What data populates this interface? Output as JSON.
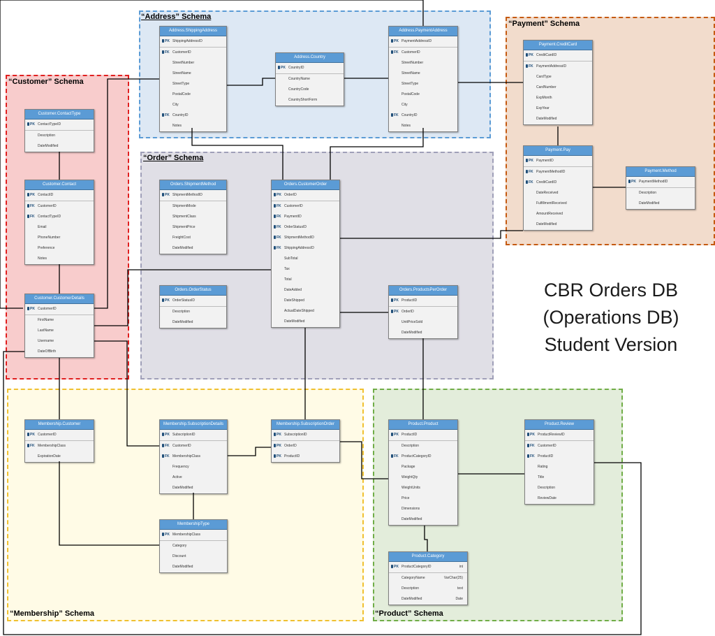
{
  "title_lines": [
    "CBR Orders DB",
    "(Operations DB)",
    "Student Version"
  ],
  "schemas": {
    "address": "“Address” Schema",
    "payment": "“Payment” Schema",
    "customer": "“Customer” Schema",
    "order": "“Order” Schema",
    "membership": "“Membership” Schema",
    "product": "“Product” Schema"
  },
  "colors": {
    "address_bg": "#dde8f4",
    "address_border": "#5b9bd5",
    "payment_bg": "#f2dccc",
    "payment_border": "#c55a11",
    "customer_bg": "#f8cccc",
    "customer_border": "#e02020",
    "order_bg": "#e0dfe6",
    "order_border": "#9f9fb8",
    "membership_bg": "#fffbe6",
    "membership_border": "#f0c030",
    "product_bg": "#e3eddb",
    "product_border": "#70ad47",
    "table_header": "#5b9bd5"
  },
  "tables": {
    "addr_ship": {
      "title": "Address.ShippingAddress",
      "rows": [
        {
          "k": "PK",
          "t": "ShippingAddressID"
        },
        {
          "k": "FK",
          "t": "CustomerID"
        },
        {
          "k": "",
          "t": "StreetNumber"
        },
        {
          "k": "",
          "t": "StreetName"
        },
        {
          "k": "",
          "t": "StreetType"
        },
        {
          "k": "",
          "t": "PostalCode"
        },
        {
          "k": "",
          "t": "City"
        },
        {
          "k": "FK",
          "t": "CountryID"
        },
        {
          "k": "",
          "t": "Notes"
        }
      ]
    },
    "addr_country": {
      "title": "Address.Country",
      "rows": [
        {
          "k": "PK",
          "t": "CountryID"
        },
        {
          "k": "",
          "t": "CountryName"
        },
        {
          "k": "",
          "t": "CountryCode"
        },
        {
          "k": "",
          "t": "CountryShortForm"
        }
      ]
    },
    "addr_pay": {
      "title": "Address.PaymentAddress",
      "rows": [
        {
          "k": "PK",
          "t": "PaymentAddressID"
        },
        {
          "k": "FK",
          "t": "CustomerID"
        },
        {
          "k": "",
          "t": "StreetNumber"
        },
        {
          "k": "",
          "t": "StreetName"
        },
        {
          "k": "",
          "t": "StreetType"
        },
        {
          "k": "",
          "t": "PostalCode"
        },
        {
          "k": "",
          "t": "City"
        },
        {
          "k": "FK",
          "t": "CountryID"
        },
        {
          "k": "",
          "t": "Notes"
        }
      ]
    },
    "pay_cc": {
      "title": "Payment.CreditCard",
      "rows": [
        {
          "k": "PK",
          "t": "CreditCardID"
        },
        {
          "k": "FK",
          "t": "PaymentAddressID"
        },
        {
          "k": "",
          "t": "CardType"
        },
        {
          "k": "",
          "t": "CardNumber"
        },
        {
          "k": "",
          "t": "ExpMonth"
        },
        {
          "k": "",
          "t": "ExpYear"
        },
        {
          "k": "",
          "t": "DateModified"
        }
      ]
    },
    "pay_pay": {
      "title": "Payment.Pay",
      "rows": [
        {
          "k": "PK",
          "t": "PaymentID"
        },
        {
          "k": "FK",
          "t": "PaymentMethodID"
        },
        {
          "k": "FK",
          "t": "CreditCardID"
        },
        {
          "k": "",
          "t": "DateReceived"
        },
        {
          "k": "",
          "t": "FulfillmentReceived"
        },
        {
          "k": "",
          "t": "AmountReceived"
        },
        {
          "k": "",
          "t": "DateModified"
        }
      ]
    },
    "pay_method": {
      "title": "Payment.Method",
      "rows": [
        {
          "k": "PK",
          "t": "PaymentMethodID"
        },
        {
          "k": "",
          "t": "Description"
        },
        {
          "k": "",
          "t": "DateModified"
        }
      ]
    },
    "cust_ct": {
      "title": "Customer.ContactType",
      "rows": [
        {
          "k": "PK",
          "t": "ContactTypeID"
        },
        {
          "k": "",
          "t": "Description"
        },
        {
          "k": "",
          "t": "DateModified"
        }
      ]
    },
    "cust_contact": {
      "title": "Customer.Contact",
      "rows": [
        {
          "k": "PK",
          "t": "ContactID"
        },
        {
          "k": "FK",
          "t": "CustomerID"
        },
        {
          "k": "FK",
          "t": "ContactTypeID"
        },
        {
          "k": "",
          "t": "Email"
        },
        {
          "k": "",
          "t": "PhoneNumber"
        },
        {
          "k": "",
          "t": "Preference"
        },
        {
          "k": "",
          "t": "Notes"
        }
      ]
    },
    "cust_details": {
      "title": "Customer.CustomerDetails",
      "rows": [
        {
          "k": "PK",
          "t": "CustomerID"
        },
        {
          "k": "",
          "t": "FirstName"
        },
        {
          "k": "",
          "t": "LastName"
        },
        {
          "k": "",
          "t": "Username"
        },
        {
          "k": "",
          "t": "DateOfBirth"
        }
      ]
    },
    "ord_ship": {
      "title": "Orders.ShipmentMethod",
      "rows": [
        {
          "k": "PK",
          "t": "ShipmentMethodID"
        },
        {
          "k": "",
          "t": "ShipmentMode"
        },
        {
          "k": "",
          "t": "ShipmentClass"
        },
        {
          "k": "",
          "t": "ShipmentPrice"
        },
        {
          "k": "",
          "t": "FreightCost"
        },
        {
          "k": "",
          "t": "DateModified"
        }
      ]
    },
    "ord_co": {
      "title": "Orders.CustomerOrder",
      "rows": [
        {
          "k": "PK",
          "t": "OrderID"
        },
        {
          "k": "FK",
          "t": "CustomerID"
        },
        {
          "k": "FK",
          "t": "PaymentID"
        },
        {
          "k": "FK",
          "t": "OrderStatusID"
        },
        {
          "k": "FK",
          "t": "ShipmentMethodID"
        },
        {
          "k": "FK",
          "t": "ShippingAddressID"
        },
        {
          "k": "",
          "t": "SubTotal"
        },
        {
          "k": "",
          "t": "Tax"
        },
        {
          "k": "",
          "t": "Total"
        },
        {
          "k": "",
          "t": "DateAdded"
        },
        {
          "k": "",
          "t": "DateShipped"
        },
        {
          "k": "",
          "t": "ActualDateShipped"
        },
        {
          "k": "",
          "t": "DateModified"
        }
      ]
    },
    "ord_status": {
      "title": "Orders.OrderStatus",
      "rows": [
        {
          "k": "PK",
          "t": "OrderStatusID"
        },
        {
          "k": "",
          "t": "Description"
        },
        {
          "k": "",
          "t": "DateModified"
        }
      ]
    },
    "ord_pp": {
      "title": "Orders.ProductsPerOrder",
      "rows": [
        {
          "k": "PK",
          "t": "ProductID"
        },
        {
          "k": "PK",
          "t": "OrderID"
        },
        {
          "k": "",
          "t": "UnitPriceSold"
        },
        {
          "k": "",
          "t": "DateModified"
        }
      ]
    },
    "mem_cust": {
      "title": "Membership.Customer",
      "rows": [
        {
          "k": "PK",
          "t": "CustomerID"
        },
        {
          "k": "FK",
          "t": "MembershipClass"
        },
        {
          "k": "",
          "t": "ExpirationDate"
        }
      ]
    },
    "mem_sub": {
      "title": "Membership.SubscriptionDetails",
      "rows": [
        {
          "k": "PK",
          "t": "SubscriptionID"
        },
        {
          "k": "FK",
          "t": "CustomerID"
        },
        {
          "k": "FK",
          "t": "MembershipClass"
        },
        {
          "k": "",
          "t": "Frequency"
        },
        {
          "k": "",
          "t": "Active"
        },
        {
          "k": "",
          "t": "DateModified"
        }
      ]
    },
    "mem_so": {
      "title": "Membership.SubscriptionOrder",
      "rows": [
        {
          "k": "PK",
          "t": "SubscriptionID"
        },
        {
          "k": "PK",
          "t": "OrderID"
        },
        {
          "k": "PK",
          "t": "ProductID"
        }
      ]
    },
    "mem_type": {
      "title": "MembershipType",
      "rows": [
        {
          "k": "PK",
          "t": "MembershipClass"
        },
        {
          "k": "",
          "t": "Category"
        },
        {
          "k": "",
          "t": "Discount"
        },
        {
          "k": "",
          "t": "DateModified"
        }
      ]
    },
    "prod_prod": {
      "title": "Product.Product",
      "rows": [
        {
          "k": "PK",
          "t": "ProductID"
        },
        {
          "k": "",
          "t": "Description"
        },
        {
          "k": "FK",
          "t": "ProductCategoryID"
        },
        {
          "k": "",
          "t": "Package"
        },
        {
          "k": "",
          "t": "WeightQty"
        },
        {
          "k": "",
          "t": "WeightUnits"
        },
        {
          "k": "",
          "t": "Price"
        },
        {
          "k": "",
          "t": "Dimensions"
        },
        {
          "k": "",
          "t": "DateModified"
        }
      ]
    },
    "prod_review": {
      "title": "Product.Review",
      "rows": [
        {
          "k": "PK",
          "t": "ProductReviewID"
        },
        {
          "k": "FK",
          "t": "CustomerID"
        },
        {
          "k": "FK",
          "t": "ProductID"
        },
        {
          "k": "",
          "t": "Rating"
        },
        {
          "k": "",
          "t": "Title"
        },
        {
          "k": "",
          "t": "Description"
        },
        {
          "k": "",
          "t": "ReviewDate"
        }
      ]
    },
    "prod_cat": {
      "title": "Product.Category",
      "rows": [
        {
          "k": "PK",
          "t": "ProductCategoryID",
          "type": "int"
        },
        {
          "k": "",
          "t": "CategoryName",
          "type": "VarChar(25)"
        },
        {
          "k": "",
          "t": "Description",
          "type": "text"
        },
        {
          "k": "",
          "t": "DateModified",
          "type": "Date"
        }
      ]
    }
  }
}
